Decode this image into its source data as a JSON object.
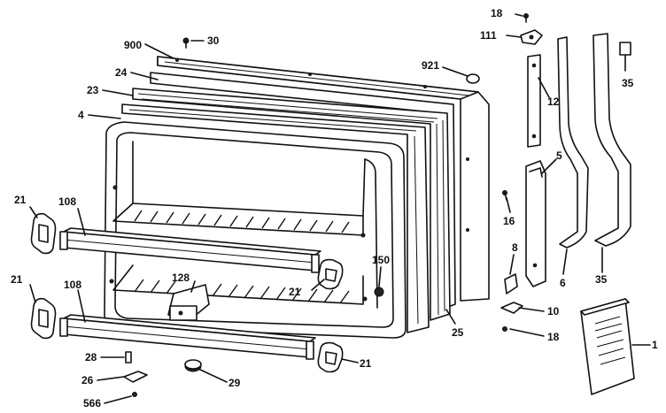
{
  "labels": {
    "p900": "900",
    "p30": "30",
    "p24": "24",
    "p23": "23",
    "p4": "4",
    "p921": "921",
    "p18a": "18",
    "p111": "111",
    "p35a": "35",
    "p12": "12",
    "p5": "5",
    "p16": "16",
    "p21a": "21",
    "p108a": "108",
    "p21b": "21",
    "p108b": "108",
    "p128": "128",
    "p21c": "21",
    "p150": "150",
    "p25": "25",
    "p8": "8",
    "p6": "6",
    "p35b": "35",
    "p10": "10",
    "p18b": "18",
    "p1": "1",
    "p28": "28",
    "p26": "26",
    "p566": "566",
    "p29": "29",
    "p21d": "21"
  }
}
